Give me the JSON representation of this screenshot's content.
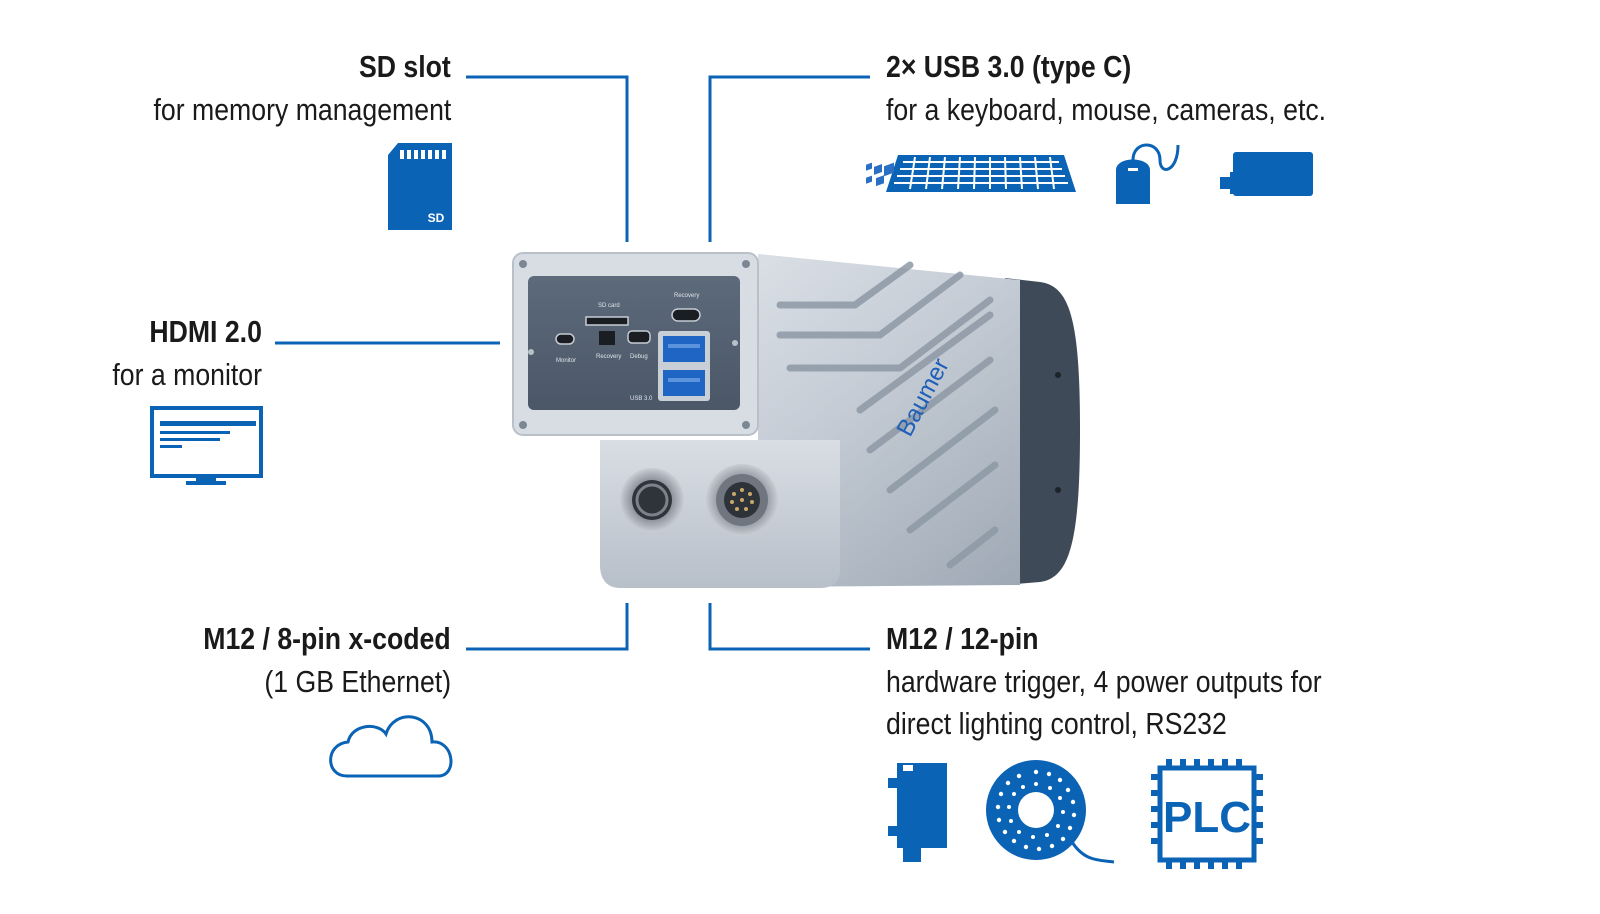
{
  "callouts": {
    "sd": {
      "title": "SD slot",
      "desc": "for memory management",
      "icon": "sd-card-icon"
    },
    "hdmi": {
      "title": "HDMI 2.0",
      "desc": "for a monitor",
      "icon": "monitor-icon"
    },
    "ethernet": {
      "title": "M12 / 8-pin x-coded",
      "desc": "(1 GB Ethernet)",
      "icon": "cloud-icon"
    },
    "usb": {
      "title": "2× USB 3.0 (type C)",
      "desc": "for a keyboard, mouse, cameras, etc.",
      "icons": [
        "keyboard-icon",
        "mouse-icon",
        "camera-icon"
      ]
    },
    "m12": {
      "title": "M12 / 12-pin",
      "desc1": "hardware trigger, 4 power outputs for",
      "desc2": "direct lighting control, RS232",
      "icons": [
        "sensor-icon",
        "ring-light-icon",
        "plc-icon"
      ]
    }
  },
  "device": {
    "brand": "Baumer",
    "port_labels": {
      "monitor": "Monitor",
      "sd_card": "SD card",
      "recovery_top": "Recovery",
      "recovery": "Recovery",
      "debug": "Debug",
      "usb": "USB 3.0"
    }
  },
  "plc_text": "PLC",
  "sd_text": "SD",
  "colors": {
    "accent": "#0b63b5",
    "text": "#1a1a1a"
  }
}
